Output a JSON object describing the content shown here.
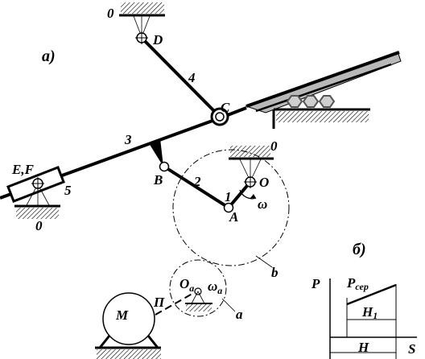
{
  "labels": {
    "fig_a": "а)",
    "fig_b": "б)",
    "zero_top": "0",
    "D": "D",
    "link4": "4",
    "C": "C",
    "link3": "3",
    "zero_mid": "0",
    "O": "O",
    "EF": "E,F",
    "link5": "5",
    "zero_left": "0",
    "B": "B",
    "link2": "2",
    "link1": "1",
    "A": "A",
    "omega": "ω",
    "b": "b",
    "Oa_base": "O",
    "Oa_sub": "a",
    "omega_a_base": "ω",
    "omega_a_sub": "a",
    "a": "a",
    "M": "M",
    "P_gear": "П",
    "P_axis": "P",
    "P_ser_base": "P",
    "P_ser_sub": "сер",
    "H1_base": "H",
    "H1_sub": "1",
    "H": "H",
    "S": "S"
  }
}
